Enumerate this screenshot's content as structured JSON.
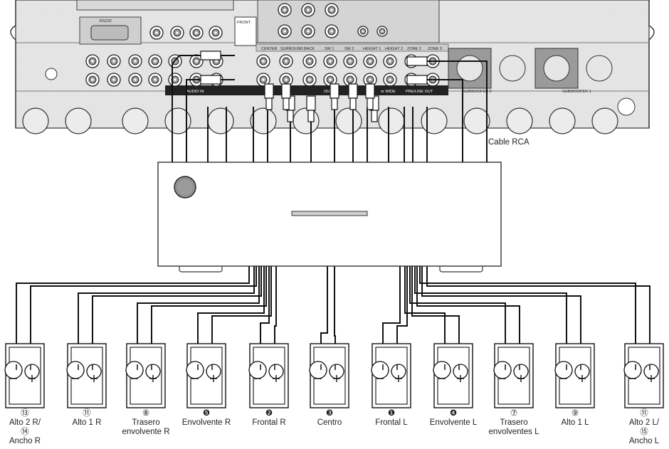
{
  "diagram": {
    "cable_label": "Cable RCA",
    "receiver": {
      "panel_labels": {
        "rs232": "RS232",
        "front": "FRONT",
        "audio_in": "AUDIO IN",
        "center": "CENTER",
        "surround": "SURROUND",
        "back": "BACK",
        "sw1": "SW 1",
        "sw2": "SW 2",
        "height1": "HEIGHT 1",
        "height2": "HEIGHT 2",
        "zone2": "ZONE 2",
        "zone3": "ZONE 3",
        "wide": "or WIDE",
        "preline_out": "PRE/LINE OUT",
        "subwoofer2": "SUBWOOFER 2",
        "subwoofer1": "SUBWOOFER 1",
        "out": "OUT"
      }
    },
    "speakers": [
      {
        "number": "⑬",
        "label_lines": [
          "Alto 2 R/"
        ],
        "number2": "⑭",
        "label2": "Ancho R"
      },
      {
        "number": "⑪",
        "label_lines": [
          "Alto 1 R"
        ]
      },
      {
        "number": "⑧",
        "label_lines": [
          "Trasero",
          "envolvente R"
        ]
      },
      {
        "number": "❺",
        "label_lines": [
          "Envolvente R"
        ]
      },
      {
        "number": "❷",
        "label_lines": [
          "Frontal R"
        ]
      },
      {
        "number": "❸",
        "label_lines": [
          "Centro"
        ]
      },
      {
        "number": "❶",
        "label_lines": [
          "Frontal L"
        ]
      },
      {
        "number": "❹",
        "label_lines": [
          "Envolvente L"
        ]
      },
      {
        "number": "⑦",
        "label_lines": [
          "Trasero",
          "envolventes L"
        ]
      },
      {
        "number": "⑨",
        "label_lines": [
          "Alto 1 L"
        ]
      },
      {
        "number": "⑪",
        "label_lines": [
          "Alto 2 L/"
        ],
        "number2": "⑮",
        "label2": "Ancho L"
      }
    ]
  }
}
